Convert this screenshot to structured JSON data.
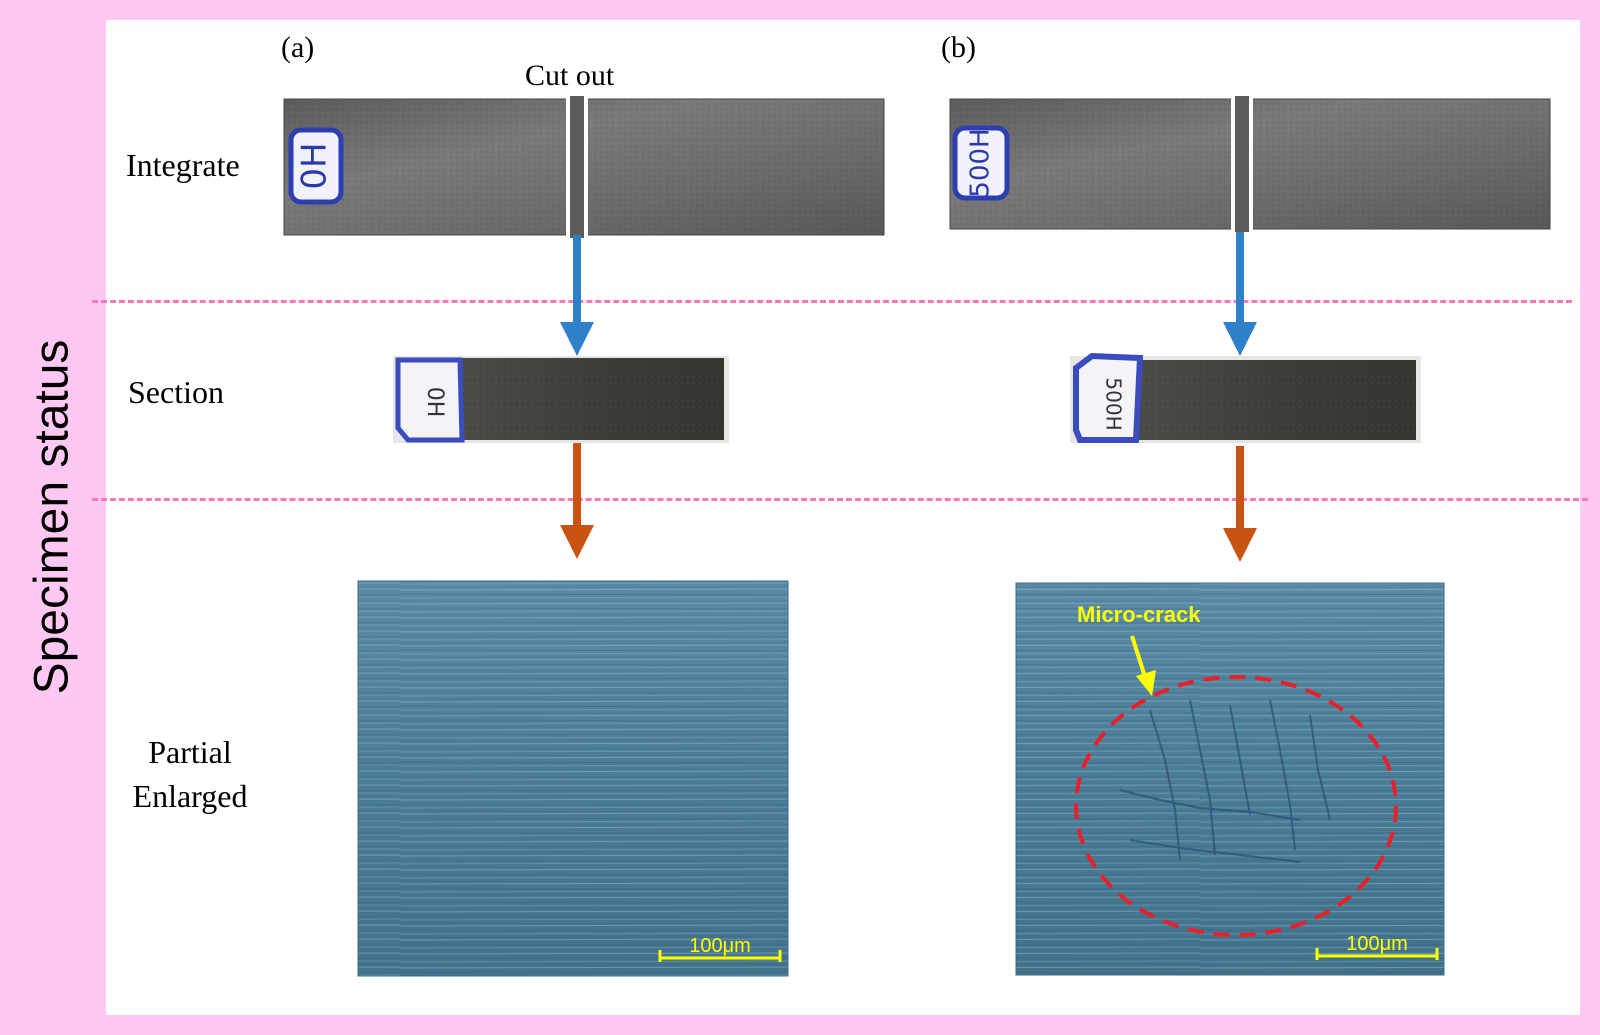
{
  "side_title": "Specimen status",
  "columns": [
    {
      "label": "(a)",
      "specimen_tag": "0H",
      "cut_label": "Cut out"
    },
    {
      "label": "(b)",
      "specimen_tag": "500H",
      "crack_label": "Micro-crack"
    }
  ],
  "rows": {
    "integrate": "Integrate",
    "section": "Section",
    "partial_line1": "Partial",
    "partial_line2": "Enlarged"
  },
  "scale_bar": "100μm",
  "colors": {
    "background": "#ffc8f3",
    "divider": "#f77ab6",
    "arrow_blue": "#2e80c8",
    "arrow_orange": "#c85414",
    "metal": "#6e6e6e",
    "micrograph": "#4f7f99",
    "scale": "#ffff00",
    "crack_circle": "#e8202a"
  }
}
